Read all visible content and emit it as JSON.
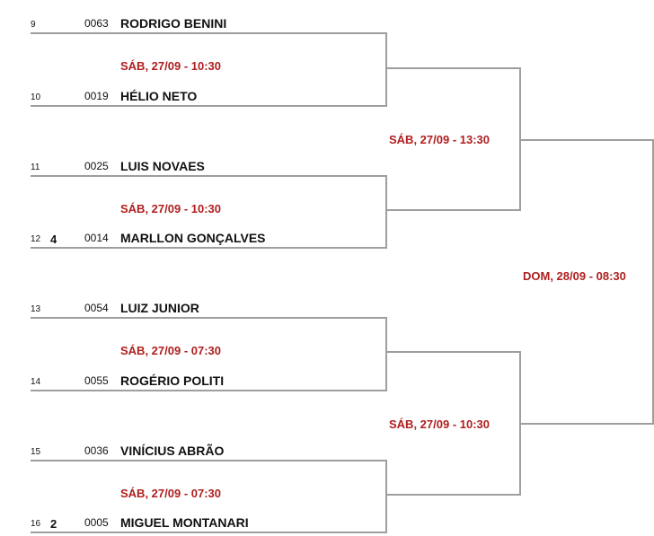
{
  "players": [
    {
      "seed": "9",
      "seed_number": "",
      "code": "0063",
      "name": "RODRIGO BENINI"
    },
    {
      "seed": "10",
      "seed_number": "",
      "code": "0019",
      "name": "HÉLIO NETO"
    },
    {
      "seed": "11",
      "seed_number": "",
      "code": "0025",
      "name": "LUIS NOVAES"
    },
    {
      "seed": "12",
      "seed_number": "4",
      "code": "0014",
      "name": "MARLLON GONÇALVES"
    },
    {
      "seed": "13",
      "seed_number": "",
      "code": "0054",
      "name": "LUIZ JUNIOR"
    },
    {
      "seed": "14",
      "seed_number": "",
      "code": "0055",
      "name": "ROGÉRIO POLITI"
    },
    {
      "seed": "15",
      "seed_number": "",
      "code": "0036",
      "name": "VINÍCIUS ABRÃO"
    },
    {
      "seed": "16",
      "seed_number": "2",
      "code": "0005",
      "name": "MIGUEL MONTANARI"
    }
  ],
  "round1_times": [
    "SÁB, 27/09 - 10:30",
    "SÁB, 27/09 - 10:30",
    "SÁB, 27/09 - 07:30",
    "SÁB, 27/09 - 07:30"
  ],
  "round2_times": [
    "SÁB, 27/09 - 13:30",
    "SÁB, 27/09 - 10:30"
  ],
  "round3_times": [
    "DOM, 28/09 - 08:30"
  ],
  "colors": {
    "time_text": "#b01e1e",
    "line": "#9e9e9e"
  }
}
